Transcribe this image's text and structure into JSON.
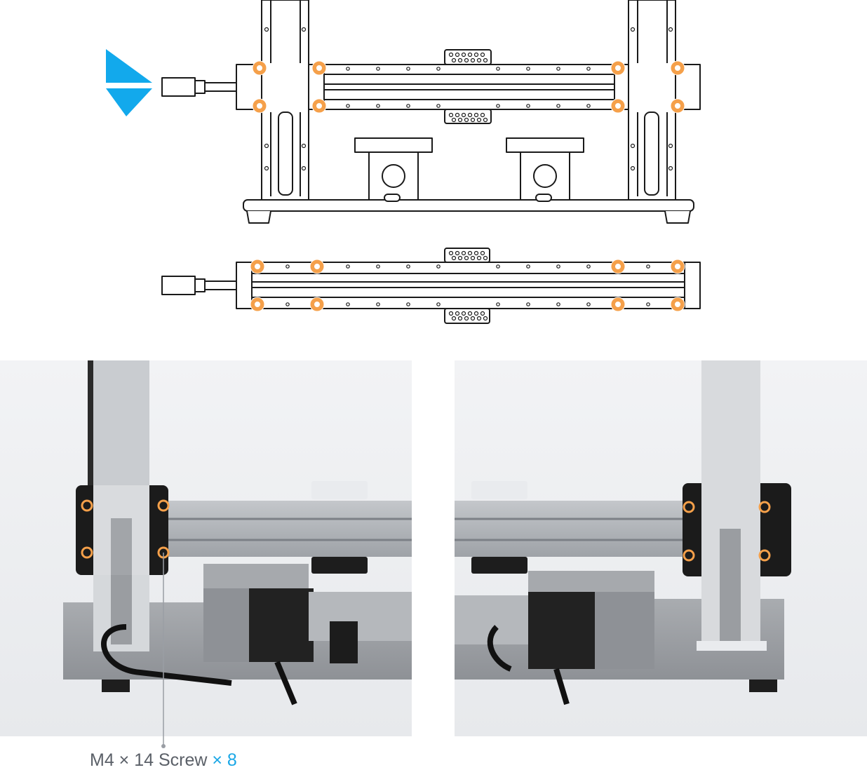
{
  "caption": {
    "part": "M4 × 14 Screw",
    "quantity": "× 8"
  },
  "colors": {
    "accent_arrow": "#12a9ec",
    "screw_marker": "#f5a04a",
    "line_art": "#1a1a1a",
    "caption_text": "#5b6068",
    "caption_quantity": "#1aa7e6"
  },
  "icons": {
    "direction_arrow": "slide-direction-arrow-icon",
    "screw_marker": "screw-position-icon"
  },
  "photos": {
    "left": "left-side-beam-mount-photo",
    "right": "right-side-beam-mount-photo"
  }
}
